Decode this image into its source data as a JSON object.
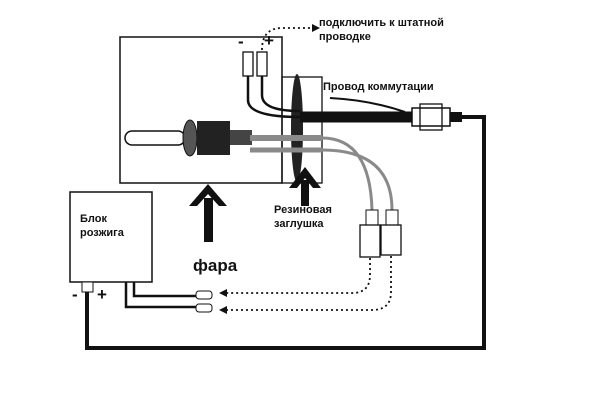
{
  "labels": {
    "connect": "подключить к штатной\nпроводке",
    "harness": "Провод коммутации",
    "rubber_plug": "Резиновая\nзаглушка",
    "ignition_block": "Блок\nрозжига",
    "headlight": "фара",
    "minus_top": "-",
    "plus_top": "+",
    "minus_block": "-",
    "plus_block": "+"
  },
  "colors": {
    "ink": "#111111",
    "wire_grey": "#8a8a8a",
    "background": "#ffffff"
  }
}
